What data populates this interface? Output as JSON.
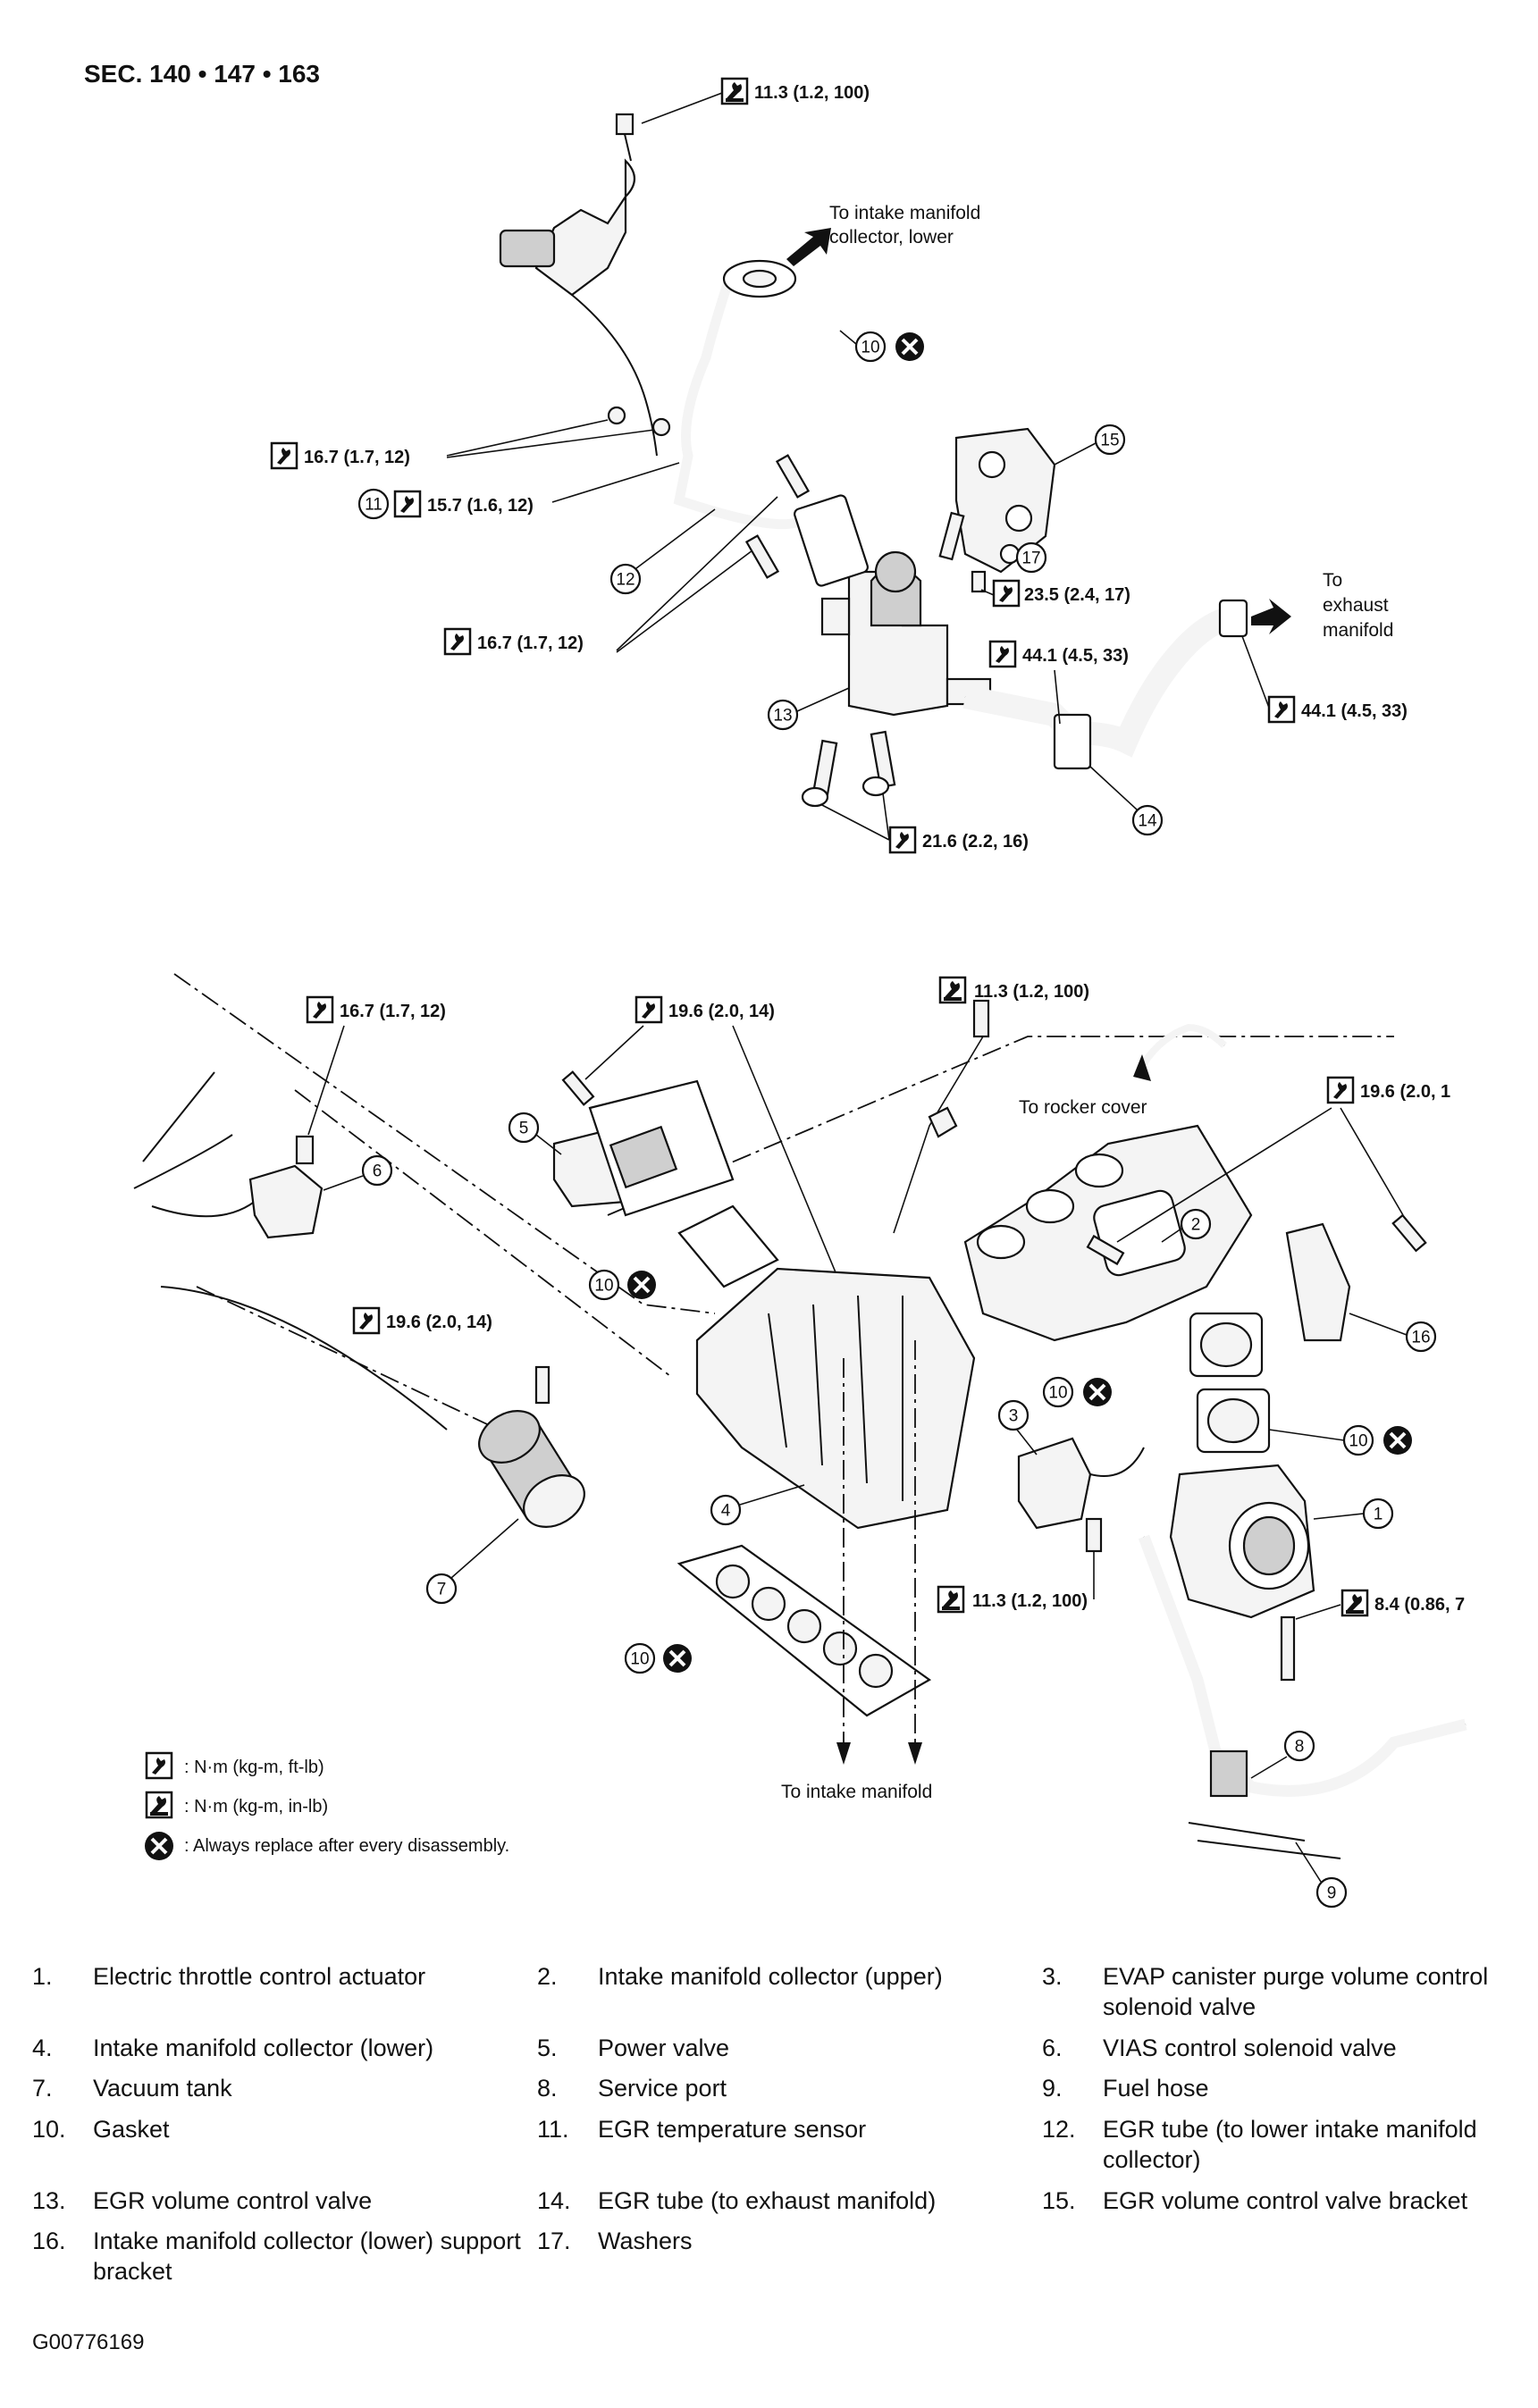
{
  "section_title": "SEC. 140 • 147 • 163",
  "figure_id": "G00776169",
  "torque_specs": {
    "t_top_11_3": "11.3 (1.2, 100)",
    "t_16_7_a": "16.7 (1.7, 12)",
    "t_15_7": "15.7 (1.6, 12)",
    "t_16_7_b": "16.7 (1.7, 12)",
    "t_23_5": "23.5 (2.4, 17)",
    "t_44_1_a": "44.1 (4.5, 33)",
    "t_44_1_b": "44.1 (4.5, 33)",
    "t_21_6": "21.6 (2.2, 16)",
    "t_16_7_c": "16.7 (1.7, 12)",
    "t_19_6_a": "19.6 (2.0, 14)",
    "t_11_3_b": "11.3 (1.2, 100)",
    "t_19_6_b": "19.6 (2.0, 1",
    "t_19_6_c": "19.6 (2.0, 14)",
    "t_11_3_c": "11.3 (1.2, 100)",
    "t_8_4": "8.4 (0.86, 7"
  },
  "notes": {
    "to_intake_collector_1": "To intake manifold",
    "to_intake_collector_2": "collector, lower",
    "to_exhaust_1": "To",
    "to_exhaust_2": "exhaust",
    "to_exhaust_3": "manifold",
    "to_rocker_cover": "To rocker cover",
    "to_intake_manifold": "To intake manifold"
  },
  "callouts": {
    "c1": "1",
    "c2": "2",
    "c3": "3",
    "c4": "4",
    "c5": "5",
    "c6": "6",
    "c7": "7",
    "c8": "8",
    "c9": "9",
    "c10": "10",
    "c11": "11",
    "c12": "12",
    "c13": "13",
    "c14": "14",
    "c15": "15",
    "c16": "16",
    "c17": "17"
  },
  "legend": {
    "ftlb": ": N·m (kg-m, ft-lb)",
    "inlb": ": N·m (kg-m, in-lb)",
    "replace": ": Always replace after every disassembly."
  },
  "parts": [
    {
      "num": "1.",
      "name": "Electric throttle control actuator"
    },
    {
      "num": "2.",
      "name": "Intake manifold collector (upper)"
    },
    {
      "num": "3.",
      "name": "EVAP canister purge volume control solenoid valve"
    },
    {
      "num": "4.",
      "name": "Intake manifold collector (lower)"
    },
    {
      "num": "5.",
      "name": "Power valve"
    },
    {
      "num": "6.",
      "name": "VIAS control solenoid valve"
    },
    {
      "num": "7.",
      "name": "Vacuum tank"
    },
    {
      "num": "8.",
      "name": "Service port"
    },
    {
      "num": "9.",
      "name": "Fuel hose"
    },
    {
      "num": "10.",
      "name": "Gasket"
    },
    {
      "num": "11.",
      "name": "EGR temperature sensor"
    },
    {
      "num": "12.",
      "name": "EGR tube (to lower intake manifold collector)"
    },
    {
      "num": "13.",
      "name": "EGR volume control valve"
    },
    {
      "num": "14.",
      "name": "EGR tube (to exhaust manifold)"
    },
    {
      "num": "15.",
      "name": "EGR volume control valve bracket"
    },
    {
      "num": "16.",
      "name": "Intake manifold collector (lower) support bracket"
    },
    {
      "num": "17.",
      "name": "Washers"
    }
  ]
}
